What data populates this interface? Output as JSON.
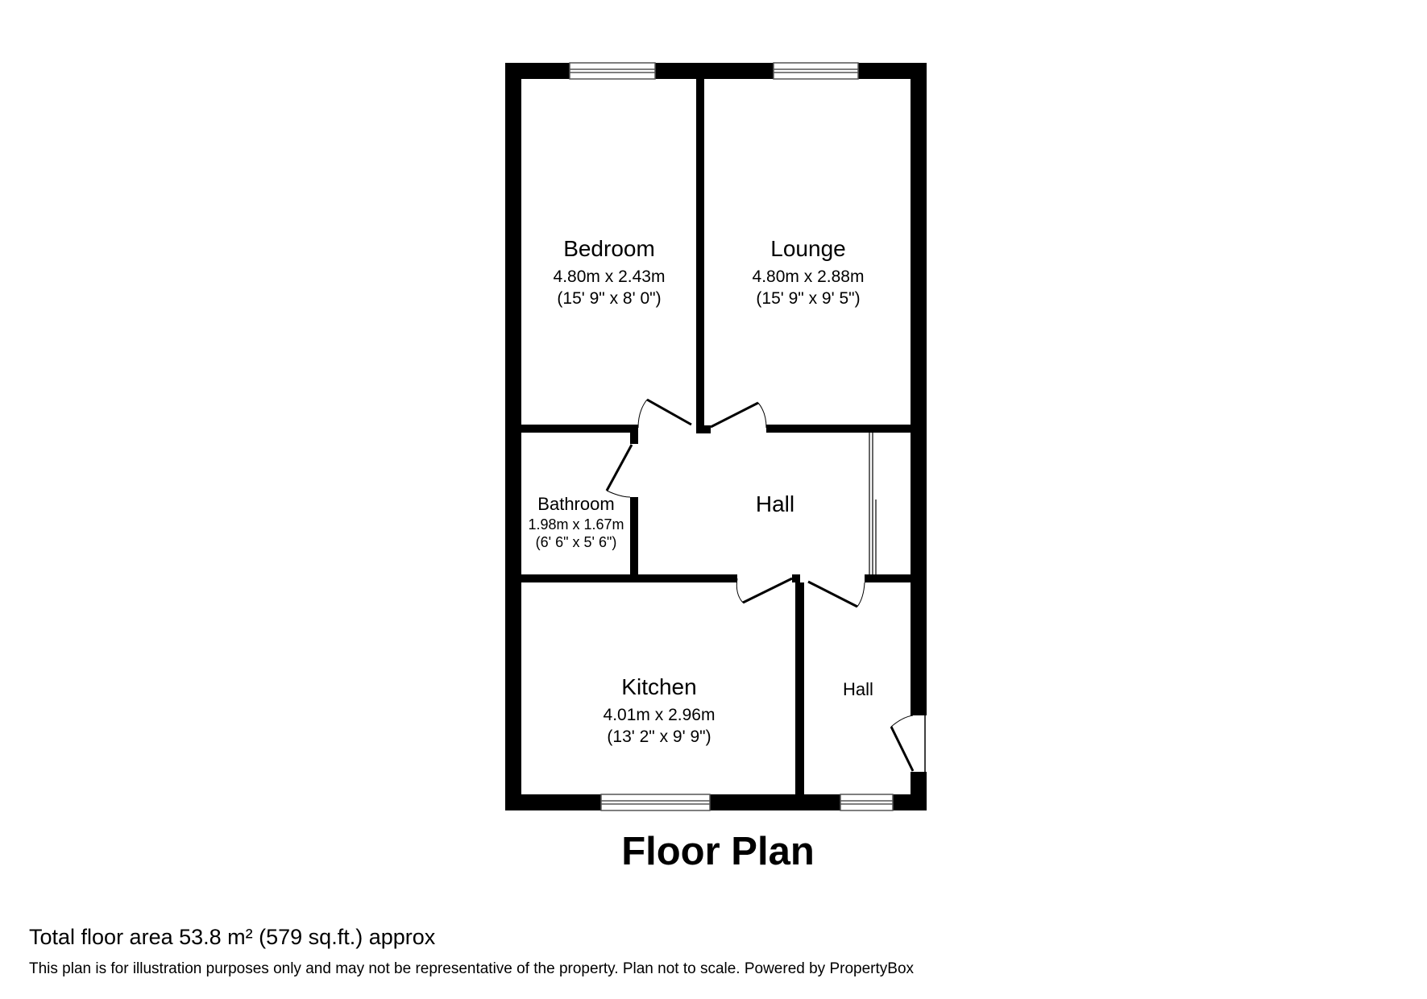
{
  "plan": {
    "title": "Floor Plan",
    "rooms": [
      {
        "id": "bedroom",
        "name": "Bedroom",
        "metric": "4.80m x 2.43m",
        "imperial": "(15' 9\" x 8' 0\")"
      },
      {
        "id": "lounge",
        "name": "Lounge",
        "metric": "4.80m x 2.88m",
        "imperial": "(15' 9\" x 9' 5\")"
      },
      {
        "id": "bathroom",
        "name": "Bathroom",
        "metric": "1.98m x 1.67m",
        "imperial": "(6' 6\" x 5' 6\")"
      },
      {
        "id": "hall",
        "name": "Hall"
      },
      {
        "id": "kitchen",
        "name": "Kitchen",
        "metric": "4.01m x 2.96m",
        "imperial": "(13' 2\" x 9' 9\")"
      },
      {
        "id": "entrance-hall",
        "name": "Hall"
      }
    ]
  },
  "footer": {
    "total_area": "Total floor area 53.8 m² (579 sq.ft.) approx",
    "disclaimer": "This plan is for illustration purposes only and may not be representative of the property. Plan not to scale. Powered by PropertyBox"
  },
  "colors": {
    "wall": "#000000",
    "background": "#ffffff",
    "window_frame": "#555555"
  }
}
